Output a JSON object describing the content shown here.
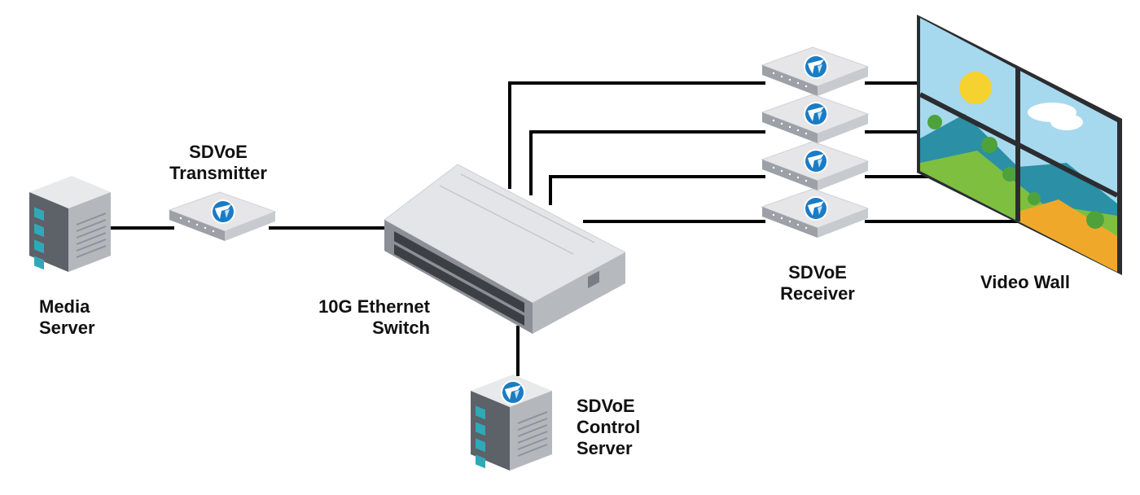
{
  "labels": {
    "media_server": [
      "Media",
      "Server"
    ],
    "transmitter": [
      "SDVoE",
      "Transmitter"
    ],
    "switch": [
      "10G Ethernet",
      "Switch"
    ],
    "receiver": [
      "SDVoE",
      "Receiver"
    ],
    "video_wall": [
      "Video Wall"
    ],
    "control_server": [
      "SDVoE",
      "Control",
      "Server"
    ]
  },
  "colors": {
    "cable": "#000000",
    "device_top": "#e6e6e8",
    "device_side": "#b9bcc1",
    "logo_blue": "#1b7cc4",
    "server_screen": "#2fa8b8",
    "sky": "#a6d9ee",
    "grass": "#7fbf3f",
    "mountain": "#2b8fa6",
    "sun": "#f5d22f"
  },
  "icons": {
    "media_server": "server-rack-icon",
    "transmitter": "sdvoe-box-icon",
    "switch": "ethernet-switch-icon",
    "receiver": "sdvoe-box-icon",
    "video_wall": "display-wall-icon",
    "control_server": "server-rack-icon"
  }
}
